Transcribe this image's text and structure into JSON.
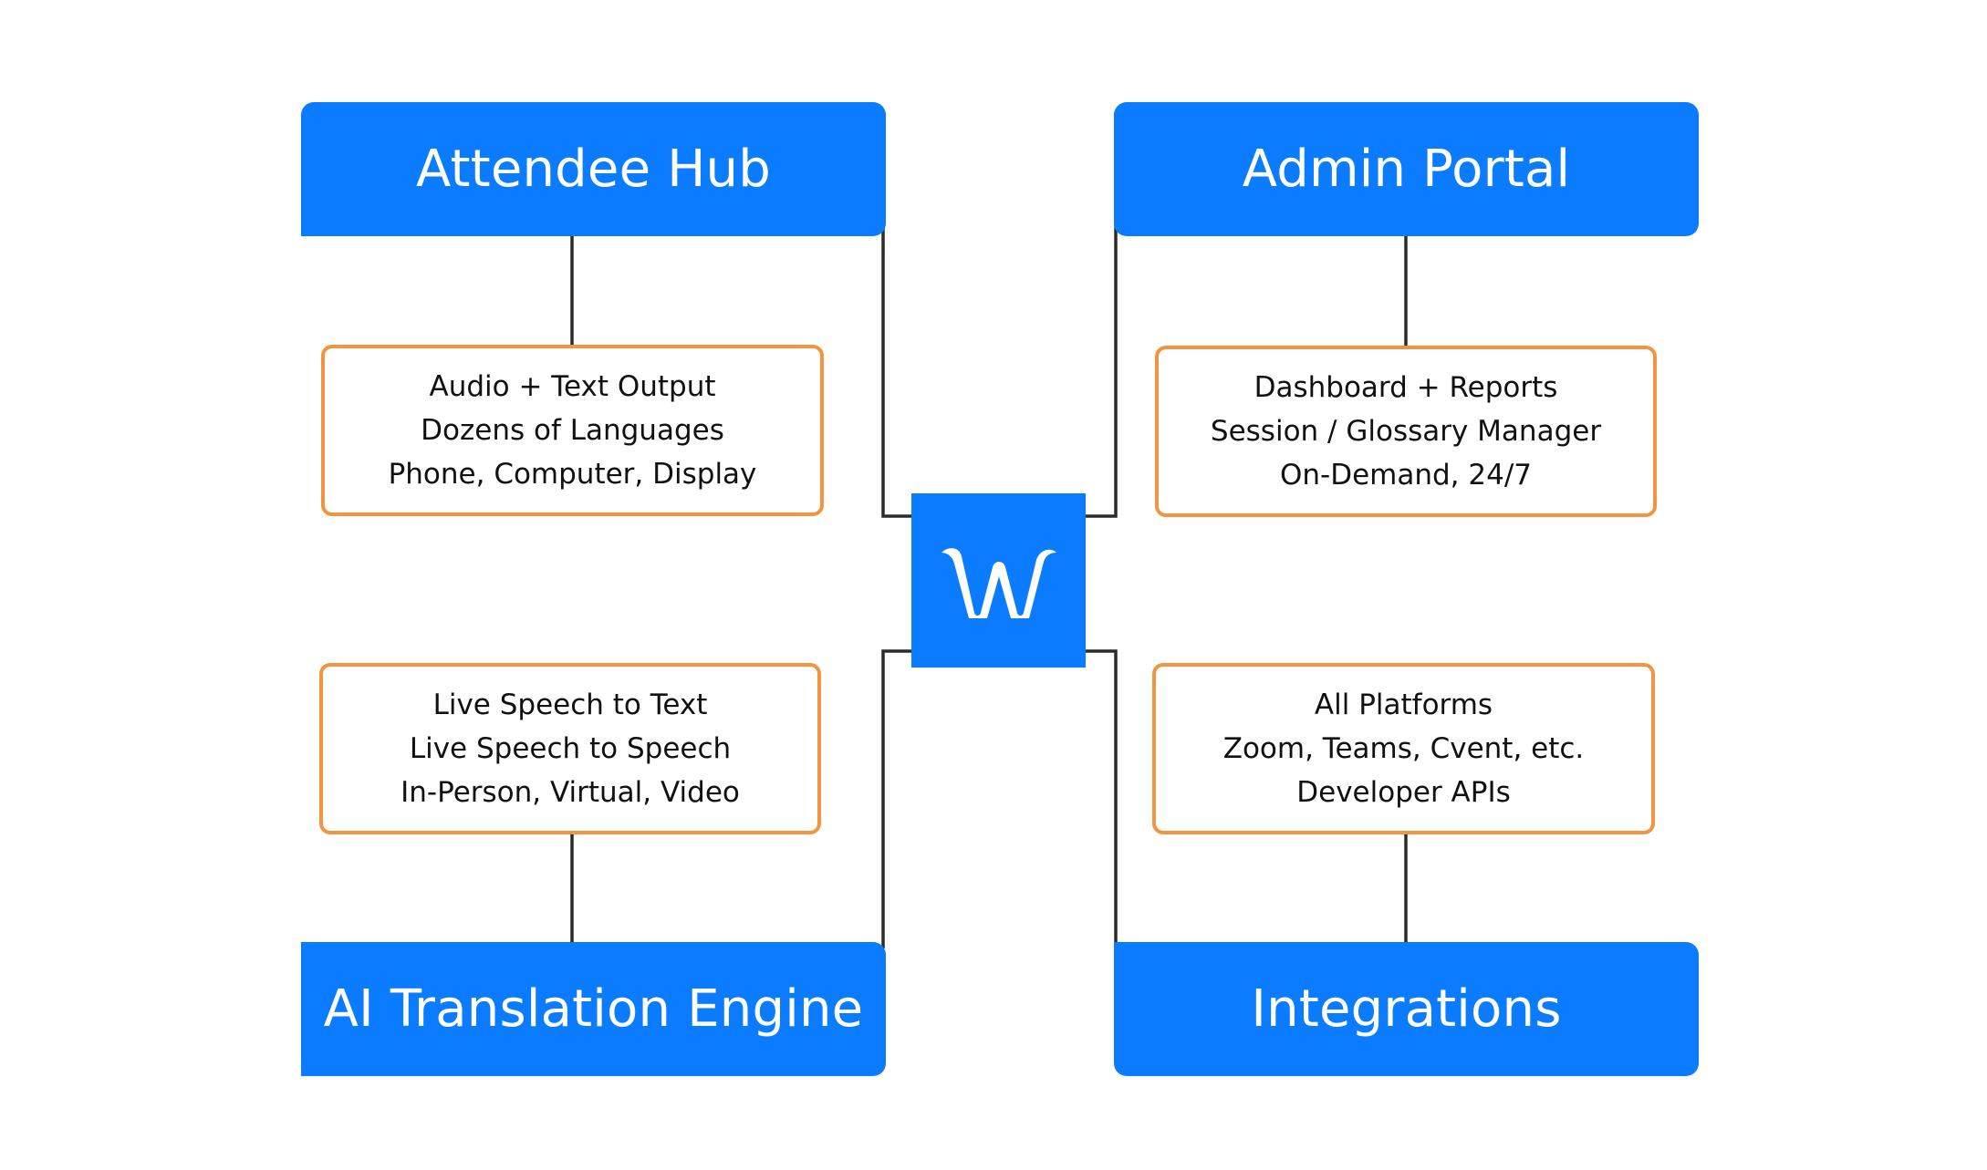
{
  "nodes": {
    "attendee_hub": {
      "title": "Attendee Hub",
      "lines": [
        "Audio + Text Output",
        "Dozens of Languages",
        "Phone, Computer, Display"
      ]
    },
    "admin_portal": {
      "title": "Admin Portal",
      "lines": [
        "Dashboard + Reports",
        "Session / Glossary Manager",
        "On-Demand, 24/7"
      ]
    },
    "ai_translation_engine": {
      "title": "AI Translation Engine",
      "lines": [
        "Live Speech to Text",
        "Live Speech to Speech",
        "In-Person, Virtual, Video"
      ]
    },
    "integrations": {
      "title": "Integrations",
      "lines": [
        "All Platforms",
        "Zoom, Teams, Cvent, etc.",
        "Developer APIs"
      ]
    }
  },
  "center_logo": {
    "icon": "w-logo-icon",
    "color": "#0b7cff"
  },
  "colors": {
    "primary_blue": "#0b7cff",
    "feature_border_orange": "#f39442",
    "connector_gray": "#2b2b2b"
  }
}
